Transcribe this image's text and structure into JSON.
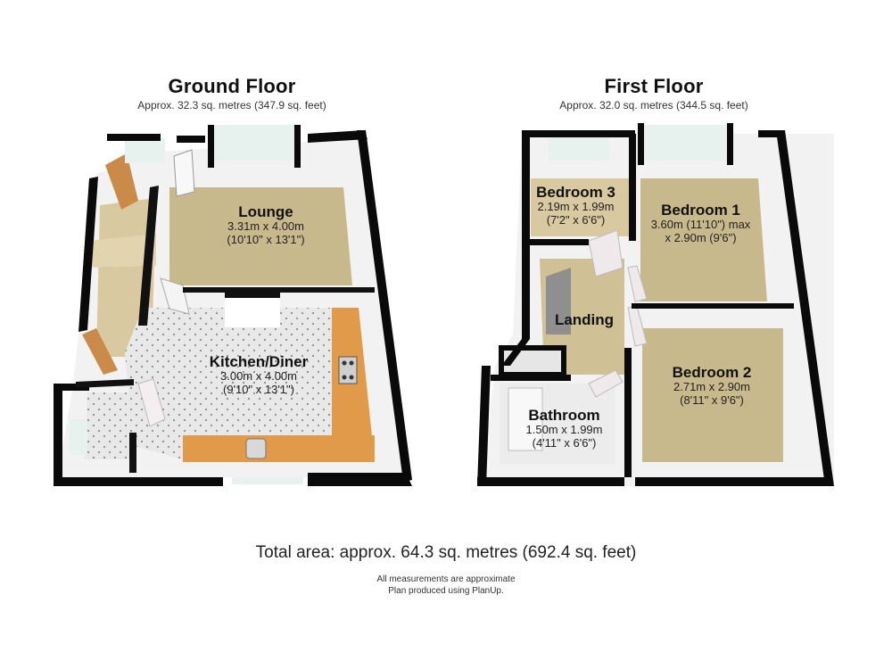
{
  "ground_floor": {
    "title": "Ground Floor",
    "area": "Approx. 32.3 sq. metres (347.9 sq. feet)",
    "rooms": [
      {
        "name": "Lounge",
        "dim_metric": "3.31m x 4.00m",
        "dim_imperial": "(10'10\" x 13'1\")"
      },
      {
        "name": "Kitchen/Diner",
        "dim_metric": "3.00m x 4.00m",
        "dim_imperial": "(9'10\" x 13'1\")"
      }
    ]
  },
  "first_floor": {
    "title": "First Floor",
    "area": "Approx. 32.0 sq. metres (344.5 sq. feet)",
    "rooms": [
      {
        "name": "Bedroom 3",
        "dim_metric": "2.19m x 1.99m",
        "dim_imperial": "(7'2\" x 6'6\")"
      },
      {
        "name": "Bedroom 1",
        "dim_metric": "3.60m (11'10\") max",
        "dim_imperial": "x 2.90m (9'6\")"
      },
      {
        "name": "Landing"
      },
      {
        "name": "Bedroom 2",
        "dim_metric": "2.71m x 2.90m",
        "dim_imperial": "(8'11\" x 9'6\")"
      },
      {
        "name": "Bathroom",
        "dim_metric": "1.50m x 1.99m",
        "dim_imperial": "(4'11\" x 6'6\")"
      }
    ]
  },
  "footer": {
    "total_area": "Total area: approx. 64.3 sq. metres (692.4 sq. feet)",
    "disclaimer": "All measurements are approximate",
    "credit": "Plan produced using PlanUp."
  },
  "colors": {
    "wall": "#0a0a0a",
    "carpet": "#c8b98c",
    "tile": "#e6e6e6",
    "worktop": "#e09a4a",
    "door": "#c98a4a",
    "inner_wall": "#f4f4f4"
  }
}
